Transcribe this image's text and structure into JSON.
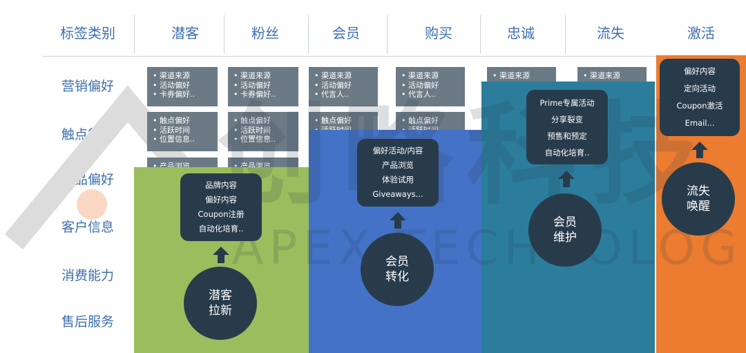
{
  "header": {
    "label_column": "标签类别",
    "stages": [
      "潜客",
      "粉丝",
      "会员",
      "购买",
      "忠诚",
      "流失",
      "激活"
    ]
  },
  "rows": [
    "营销偏好",
    "触点行为",
    "产品偏好",
    "客户信息",
    "消费能力",
    "售后服务"
  ],
  "tag_boxes": [
    {
      "items": [
        "• 渠道来源",
        "• 活动偏好",
        "• 卡券偏好.."
      ]
    },
    {
      "items": [
        "• 触点偏好",
        "• 活跃时间",
        "• 位置信息.."
      ]
    },
    {
      "items": [
        "• 产品浏览"
      ]
    },
    {
      "items": [
        "• 渠道来源",
        "• 活动偏好",
        "• 卡券偏好.."
      ]
    },
    {
      "items": [
        "• 触点偏好",
        "• 活跃时间",
        "• 位置信息.."
      ]
    },
    {
      "items": [
        "• 产品浏览"
      ]
    },
    {
      "items": [
        "• 渠道来源",
        "• 活动偏好",
        "• 代言人.."
      ]
    },
    {
      "items": [
        "• 触点偏好",
        "• 活跃时间"
      ]
    },
    {
      "items": [
        "• 渠道来源",
        "• 活动偏好",
        "• 代言人.."
      ]
    },
    {
      "items": [
        "• 触点偏好",
        "• 活跃时间"
      ]
    },
    {
      "items": [
        "• 渠道来源"
      ]
    },
    {
      "items": [
        "• 渠道来源"
      ]
    }
  ],
  "stages_detail": [
    {
      "name": "潜客拉新",
      "circle_lines": [
        "潜客",
        "拉新"
      ],
      "items": [
        "品牌内容",
        "偏好内容",
        "Coupon注册",
        "自动化培育.."
      ],
      "color": "#9cbd5d"
    },
    {
      "name": "会员转化",
      "circle_lines": [
        "会员",
        "转化"
      ],
      "items": [
        "偏好活动/内容",
        "产品浏览",
        "体验试用",
        "Giveaways..."
      ],
      "color": "#4472c6"
    },
    {
      "name": "会员维护",
      "circle_lines": [
        "会员",
        "维护"
      ],
      "items": [
        "Prime专属活动",
        "分享裂变",
        "预售和预定",
        "自动化培育.."
      ],
      "color": "#2c7d9c"
    },
    {
      "name": "流失唤醒",
      "circle_lines": [
        "流失",
        "唤醒"
      ],
      "items": [
        "偏好内容",
        "定向活动",
        "Coupon激活",
        "Email..."
      ],
      "color": "#ec7c30"
    }
  ],
  "watermark": {
    "cn": "创略科技",
    "en": "APEX TECHNOLOGIES"
  },
  "colors": {
    "header_text": "#3d6fb0",
    "node_dark": "#283b4b",
    "tag_gray": "#6c7a85"
  }
}
